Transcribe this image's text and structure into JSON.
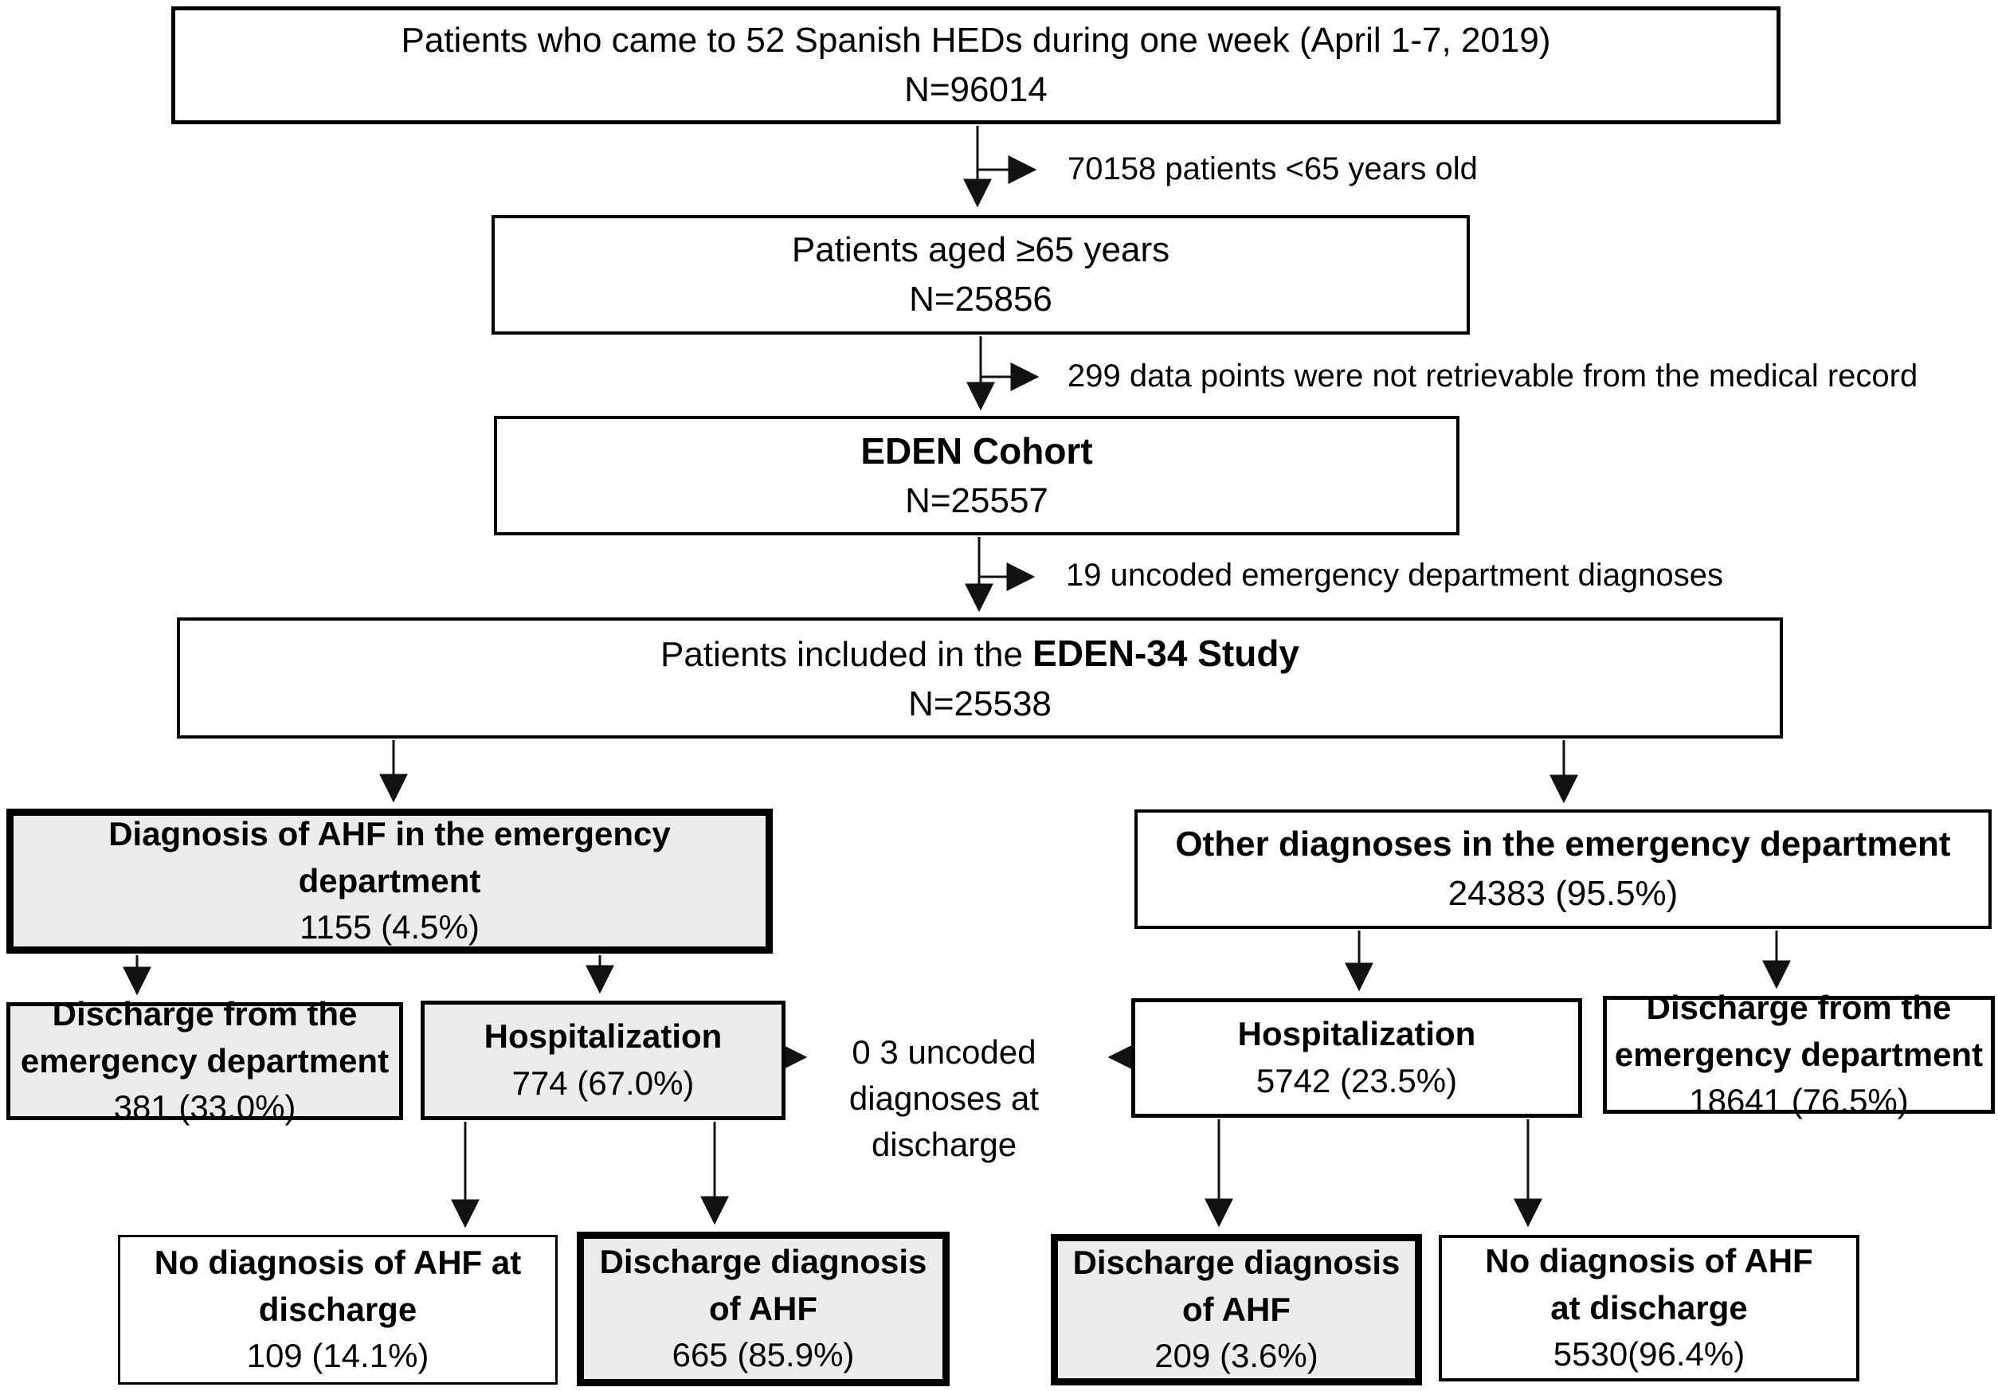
{
  "figure": {
    "boxes": {
      "total": {
        "title": "Patients who came to 52 Spanish HEDs during one week (April 1-7, 2019)",
        "n": "N=96014"
      },
      "aged": {
        "title": "Patients aged ≥65 years",
        "n": "N=25856"
      },
      "eden": {
        "title": "EDEN Cohort",
        "n": "N=25557"
      },
      "eden34": {
        "title_prefix": "Patients included in the ",
        "title_bold": "EDEN-34 Study",
        "n": "N=25538"
      },
      "ahf_ed": {
        "title": "Diagnosis of AHF in the emergency department",
        "value": "1155 (4.5%)"
      },
      "other_ed": {
        "title": "Other diagnoses in the emergency department",
        "value": "24383 (95.5%)"
      },
      "ed_discharge_ahf": {
        "title": "Discharge from the emergency department",
        "value": "381 (33.0%)"
      },
      "hospitalization_ahf": {
        "title": "Hospitalization",
        "value": "774 (67.0%)"
      },
      "hospitalization_other": {
        "title": "Hospitalization",
        "value": "5742 (23.5%)"
      },
      "ed_discharge_other": {
        "title": "Discharge from the emergency department",
        "value": "18641 (76.5%)"
      },
      "no_ahf_discharge_left": {
        "line1": "No diagnosis of AHF at",
        "line2": "discharge",
        "value": "109 (14.1%)"
      },
      "ahf_discharge_left": {
        "line1": "Discharge diagnosis",
        "line2": "of AHF",
        "value": "665 (85.9%)"
      },
      "ahf_discharge_right": {
        "line1": "Discharge diagnosis",
        "line2": "of AHF",
        "value": "209 (3.6%)"
      },
      "no_ahf_discharge_right": {
        "line1": "No diagnosis of AHF",
        "line2": "at discharge",
        "value": "5530(96.4%)"
      }
    },
    "exclusions": {
      "age": "70158 patients <65 years old",
      "missing": "299 data points were not retrievable from the medical record",
      "uncoded_ed": "19 uncoded emergency department diagnoses",
      "uncoded_discharge": {
        "line1": "0 3 uncoded",
        "line2": "diagnoses at",
        "line3": "discharge"
      }
    },
    "colors": {
      "highlight_fill": "#ececec",
      "line_color": "#111111"
    }
  }
}
